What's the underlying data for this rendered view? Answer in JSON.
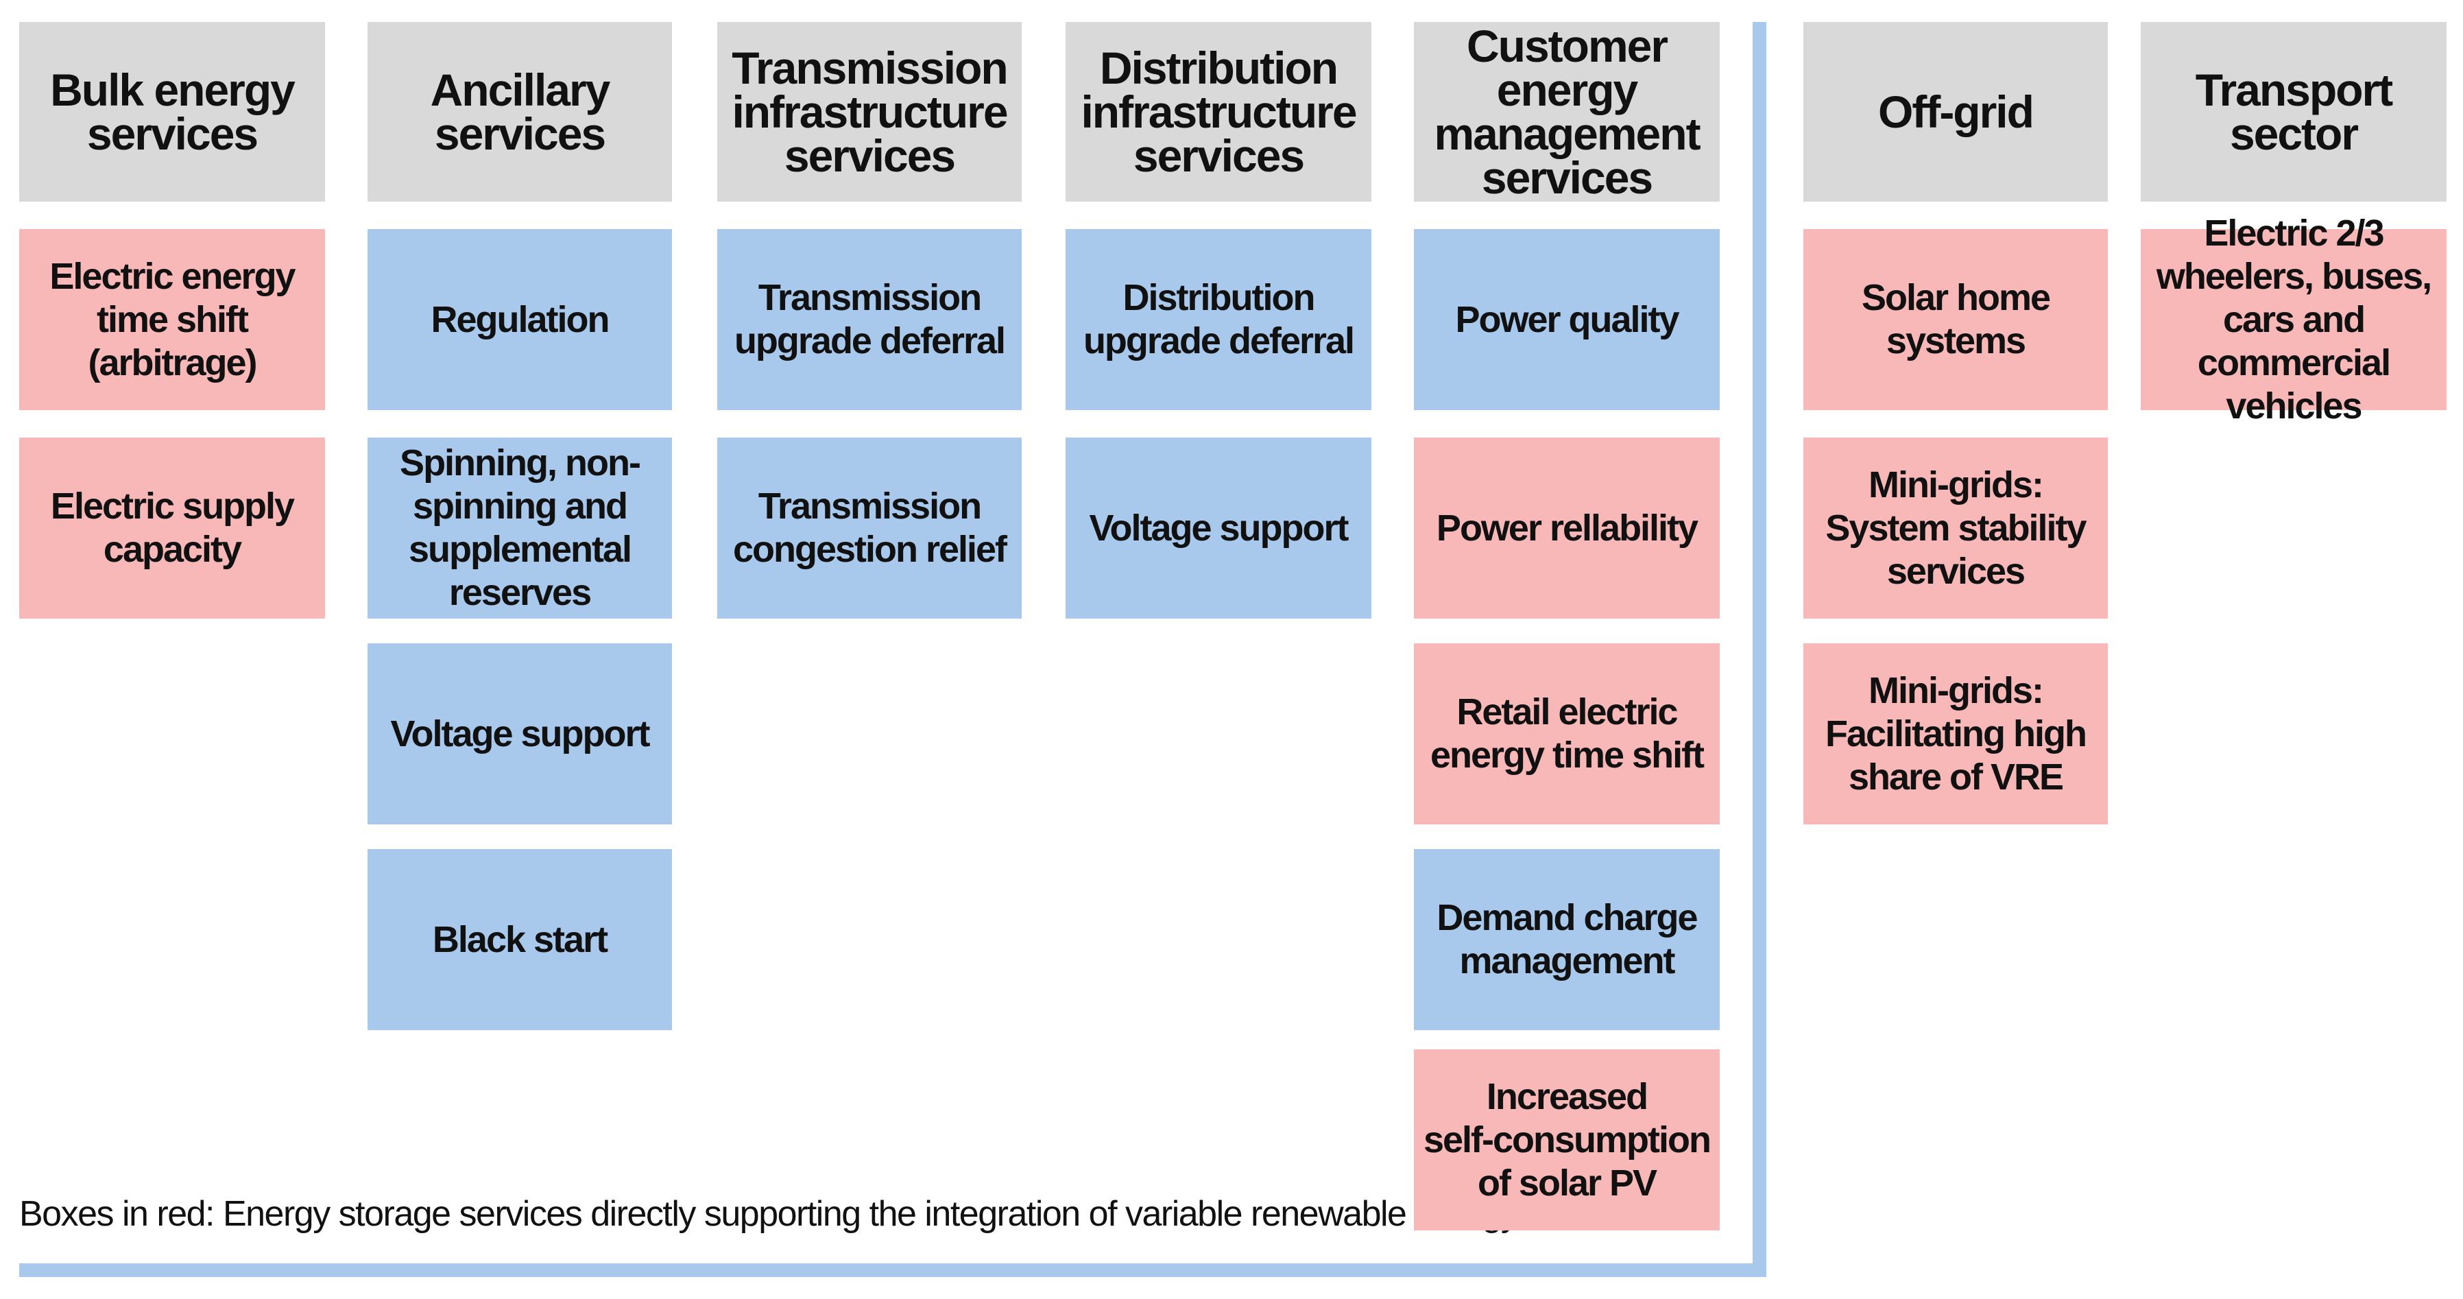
{
  "colors": {
    "header": "#d9d9d9",
    "blue": "#a8c8ec",
    "red": "#f8b8b8",
    "frame": "#a8c8ec"
  },
  "footnote": "Boxes in red: Energy storage services directly supporting the integration of variable renewable energy",
  "columns": [
    {
      "id": "bulk-energy-services",
      "header": "Bulk energy\nservices",
      "items": [
        {
          "label": "Electric energy\ntime shift\n(arbitrage)",
          "color": "red"
        },
        {
          "label": "Electric supply\ncapacity",
          "color": "red"
        }
      ]
    },
    {
      "id": "ancillary-services",
      "header": "Ancillary\nservices",
      "items": [
        {
          "label": "Regulation",
          "color": "blue"
        },
        {
          "label": "Spinning, non-\nspinning and\nsupplemental\nreserves",
          "color": "blue"
        },
        {
          "label": "Voltage support",
          "color": "blue"
        },
        {
          "label": "Black start",
          "color": "blue"
        }
      ]
    },
    {
      "id": "transmission-infrastructure-services",
      "header": "Transmission\ninfrastructure\nservices",
      "items": [
        {
          "label": "Transmission\nupgrade deferral",
          "color": "blue"
        },
        {
          "label": "Transmission\ncongestion relief",
          "color": "blue"
        }
      ]
    },
    {
      "id": "distribution-infrastructure-services",
      "header": "Distribution\ninfrastructure\nservices",
      "items": [
        {
          "label": "Distribution\nupgrade deferral",
          "color": "blue"
        },
        {
          "label": "Voltage support",
          "color": "blue"
        }
      ]
    },
    {
      "id": "customer-energy-management-services",
      "header": "Customer\nenergy\nmanagement\nservices",
      "items": [
        {
          "label": "Power quality",
          "color": "blue"
        },
        {
          "label": "Power rellability",
          "color": "red"
        },
        {
          "label": "Retail electric\nenergy time shift",
          "color": "red"
        },
        {
          "label": "Demand charge\nmanagement",
          "color": "blue"
        },
        {
          "label": "Increased\nself-consumption\nof solar PV",
          "color": "red"
        }
      ]
    },
    {
      "id": "off-grid",
      "header": "Off-grid",
      "items": [
        {
          "label": "Solar home\nsystems",
          "color": "red"
        },
        {
          "label": "Mini-grids:\nSystem stability\nservices",
          "color": "red"
        },
        {
          "label": "Mini-grids:\nFacilitating high\nshare of VRE",
          "color": "red"
        }
      ]
    },
    {
      "id": "transport-sector",
      "header": "Transport\nsector",
      "items": [
        {
          "label": "Electric 2/3\nwheelers, buses,\ncars and commercial\nvehicles",
          "color": "red"
        }
      ]
    }
  ]
}
